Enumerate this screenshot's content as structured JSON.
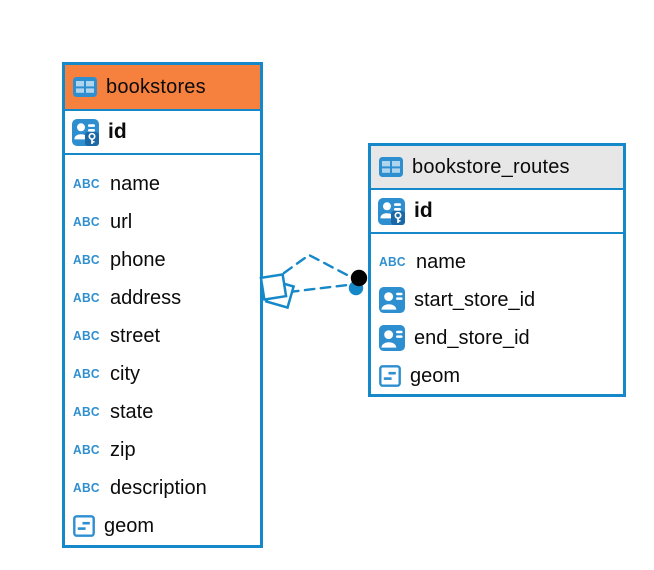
{
  "diagram": {
    "colors": {
      "table_border": "#1588c9",
      "icon_blue": "#2e8fd0",
      "bookstores_header": "#f6803d",
      "routes_header": "#e7e7e7",
      "connector_line": "#1588c9",
      "connector_dot": "#000000",
      "key_patch": "#1a68a6"
    },
    "icon_names": {
      "table": "table-grid-icon",
      "primary_key": "person-key-icon",
      "foreign_key": "person-card-icon",
      "text_type": "abc-text-icon",
      "object_type": "object-icon"
    },
    "abc_label": "ABC",
    "tables": [
      {
        "name": "bookstores",
        "primary_key": "id",
        "columns": [
          {
            "name": "name",
            "type": "text"
          },
          {
            "name": "url",
            "type": "text"
          },
          {
            "name": "phone",
            "type": "text"
          },
          {
            "name": "address",
            "type": "text"
          },
          {
            "name": "street",
            "type": "text"
          },
          {
            "name": "city",
            "type": "text"
          },
          {
            "name": "state",
            "type": "text"
          },
          {
            "name": "zip",
            "type": "text"
          },
          {
            "name": "description",
            "type": "text"
          },
          {
            "name": "geom",
            "type": "object"
          }
        ]
      },
      {
        "name": "bookstore_routes",
        "primary_key": "id",
        "columns": [
          {
            "name": "name",
            "type": "text"
          },
          {
            "name": "start_store_id",
            "type": "foreign_key"
          },
          {
            "name": "end_store_id",
            "type": "foreign_key"
          },
          {
            "name": "geom",
            "type": "object"
          }
        ]
      }
    ],
    "connector": {
      "from_table": "bookstores",
      "to_table": "bookstore_routes",
      "line_style": "dashed"
    }
  }
}
